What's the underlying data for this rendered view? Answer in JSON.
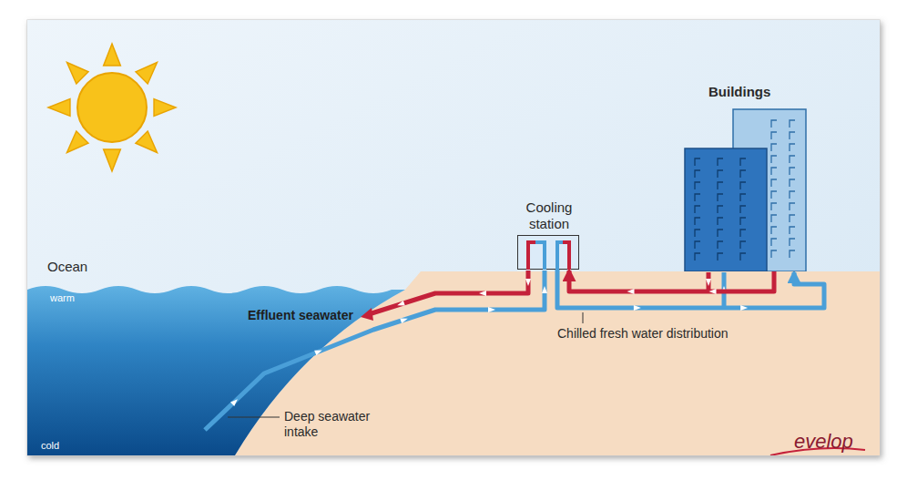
{
  "diagram": {
    "nodes": [
      {
        "text": [
          "Cooling station"
        ]
      },
      {
        "text": [
          "Buildings"
        ]
      }
    ],
    "edges": [
      {
        "from": 0,
        "to": 1,
        "arrow": "to"
      },
      {
        "from": 1,
        "to": 0,
        "arrow": "to"
      }
    ],
    "labels": [
      "Ocean",
      "warm",
      "cold",
      "Effluent seawater",
      "Deep seawater intake",
      "Chilled fresh water distribution",
      "evelop"
    ]
  }
}
